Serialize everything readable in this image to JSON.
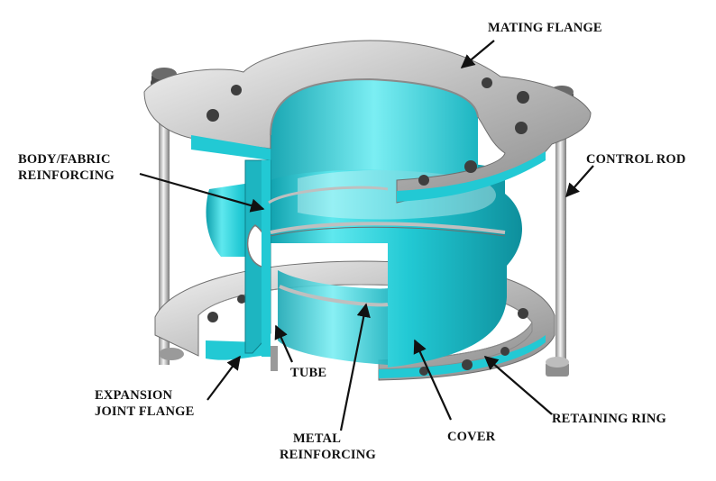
{
  "labels": {
    "mating_flange": "MATING FLANGE",
    "body_fabric_1": "BODY/FABRIC",
    "body_fabric_2": "REINFORCING",
    "control_rod": "CONTROL ROD",
    "expansion_1": "EXPANSION",
    "expansion_2": "JOINT FLANGE",
    "tube": "TUBE",
    "metal_1": "METAL",
    "metal_2": "REINFORCING",
    "cover": "COVER",
    "retaining_ring": "RETAINING RING"
  },
  "colors": {
    "rubber": "#22c9d4",
    "rubber_dark": "#0e8f9c",
    "rubber_light": "#8cf2f5",
    "metal": "#c9c9c9",
    "metal_dark": "#7d7d7d",
    "metal_light": "#f2f2f2",
    "text": "#111111"
  }
}
